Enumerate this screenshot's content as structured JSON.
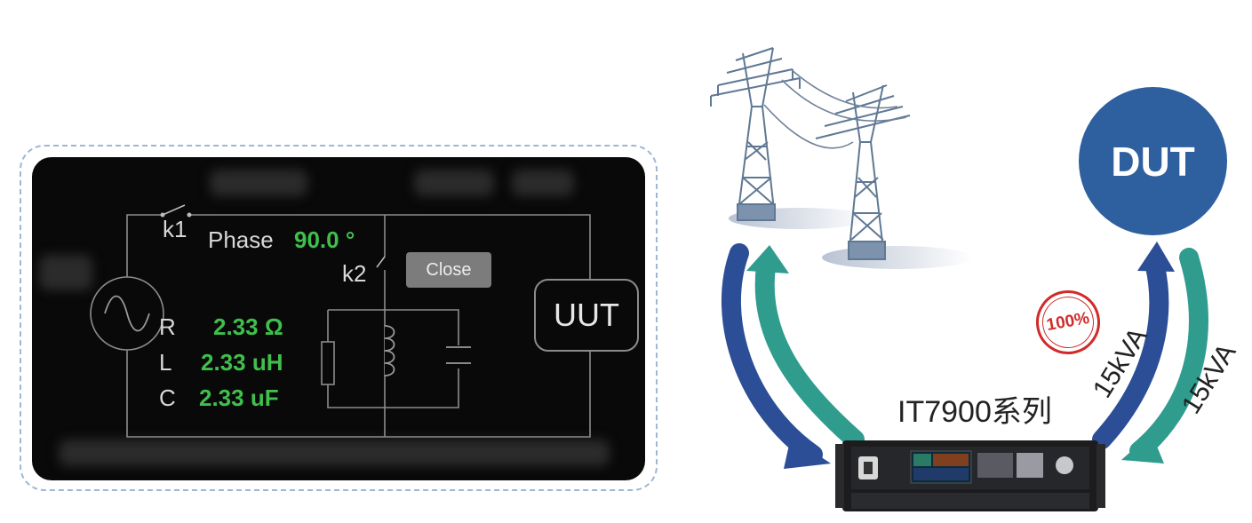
{
  "screen": {
    "switch_k1": "k1",
    "switch_k2": "k2",
    "phase_label": "Phase",
    "phase_value": "90.0 °",
    "close_button": "Close",
    "params": [
      {
        "name": "R",
        "value": "2.33 Ω"
      },
      {
        "name": "L",
        "value": "2.33 uH"
      },
      {
        "name": "C",
        "value": "2.33 uF"
      }
    ],
    "uut_label": "UUT"
  },
  "diagram": {
    "dut_label": "DUT",
    "series_label": "IT7900系列",
    "badge_text": "100%",
    "power_label_1": "15kVA",
    "power_label_2": "15kVA",
    "icons": [
      "transmission-tower-icon",
      "transmission-tower-icon",
      "power-supply-device-icon",
      "ac-source-icon"
    ],
    "colors": {
      "blue_arrow": "#2c4e96",
      "green_arrow": "#2f9c8e",
      "dut": "#2e5f9e",
      "value_green": "#3fbf4b",
      "badge_red": "#d02b2b"
    }
  }
}
